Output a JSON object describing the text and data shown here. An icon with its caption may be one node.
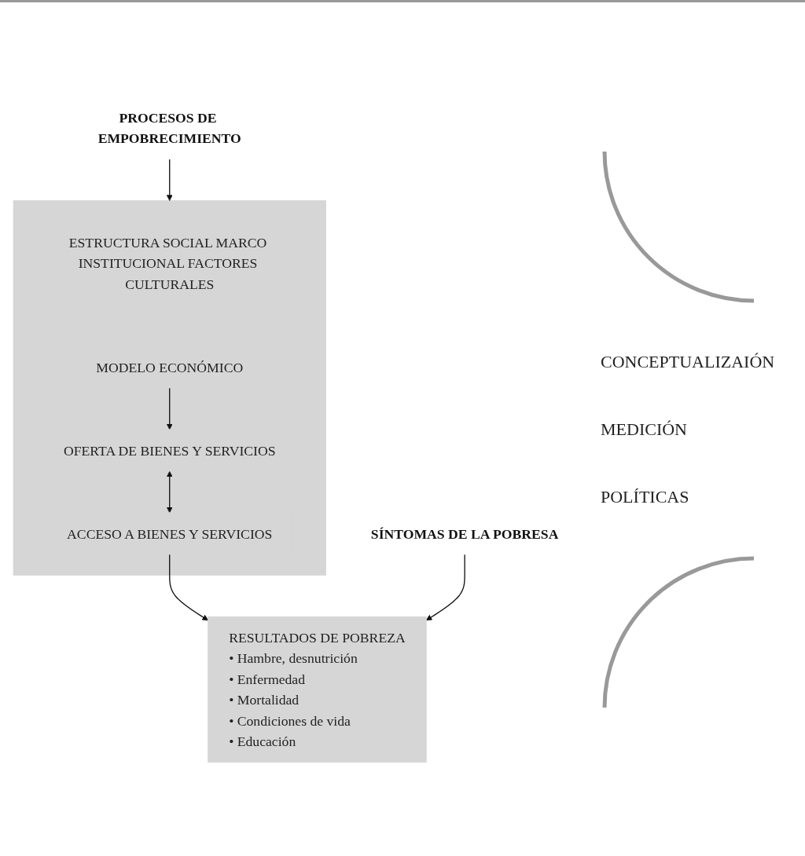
{
  "diagram": {
    "nodes": [
      {
        "text": [],
        "shape": "box"
      },
      {
        "text": [
          "ESTRUCTURA SOCIAL MARCO INSTITUCIONAL FACTORES CULTURALES"
        ],
        "in": 0
      },
      {
        "text": [
          "MODELO ECONÓMICO"
        ],
        "in": 0
      },
      {
        "text": [
          "OFERTA DE BIENES Y SERVICIOS"
        ],
        "in": 0
      },
      {
        "text": [
          "ACCESO A BIENES Y SERVICIOS"
        ],
        "in": 0
      },
      {
        "text": [
          "RESULTADOS DE POBREZA",
          "• Hambre, desnutrición",
          "• Enfermedad",
          "• Mortalidad",
          "• Condiciones de vida",
          "• Educación"
        ]
      },
      {
        "text": [
          "PROCESOS DE EMPOBRECIMIENTO"
        ]
      },
      {
        "text": [
          "SÍNTOMAS DE LA POBRESA"
        ]
      }
    ],
    "edges": [
      {
        "from": 2,
        "to": 3,
        "arrow": "to"
      },
      {
        "from": 3,
        "to": 4,
        "arrow": "both"
      },
      {
        "from": 4,
        "to": 5,
        "arrow": "to"
      },
      {
        "from": 6,
        "to": 0,
        "arrow": "to"
      },
      {
        "from": 7,
        "to": 5,
        "arrow": "to"
      }
    ],
    "labels": [
      "CONCEPTUALIZAIÓN",
      "MEDICIÓN",
      "POLÍTICAS"
    ]
  }
}
